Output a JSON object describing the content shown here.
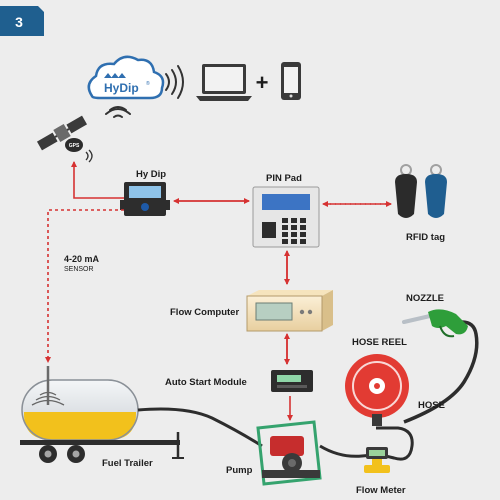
{
  "badge": "3",
  "logo": {
    "text": "HyDip",
    "mark": "®"
  },
  "connectors": {
    "plus": "+"
  },
  "labels": {
    "hydip": "Hy Dip",
    "pin_pad": "PIN Pad",
    "rfid_tag": "RFID tag",
    "flow_computer": "Flow Computer",
    "auto_start": "Auto Start Module",
    "hose_reel": "HOSE REEL",
    "hose": "HOSE",
    "nozzle": "NOZZLE",
    "pump": "Pump",
    "flow_meter": "Flow Meter",
    "fuel_trailer": "Fuel Trailer",
    "sensor_main": "4-20 mA",
    "sensor_sub": "SENSOR",
    "gps": "GPS"
  },
  "colors": {
    "badge": "#1f5f8f",
    "arrow": "#d63232",
    "fuel": "#f2c11c",
    "hose_reel": "#e23b33",
    "nozzle": "#2e9e3a",
    "cloud": "#2f6fb0"
  }
}
